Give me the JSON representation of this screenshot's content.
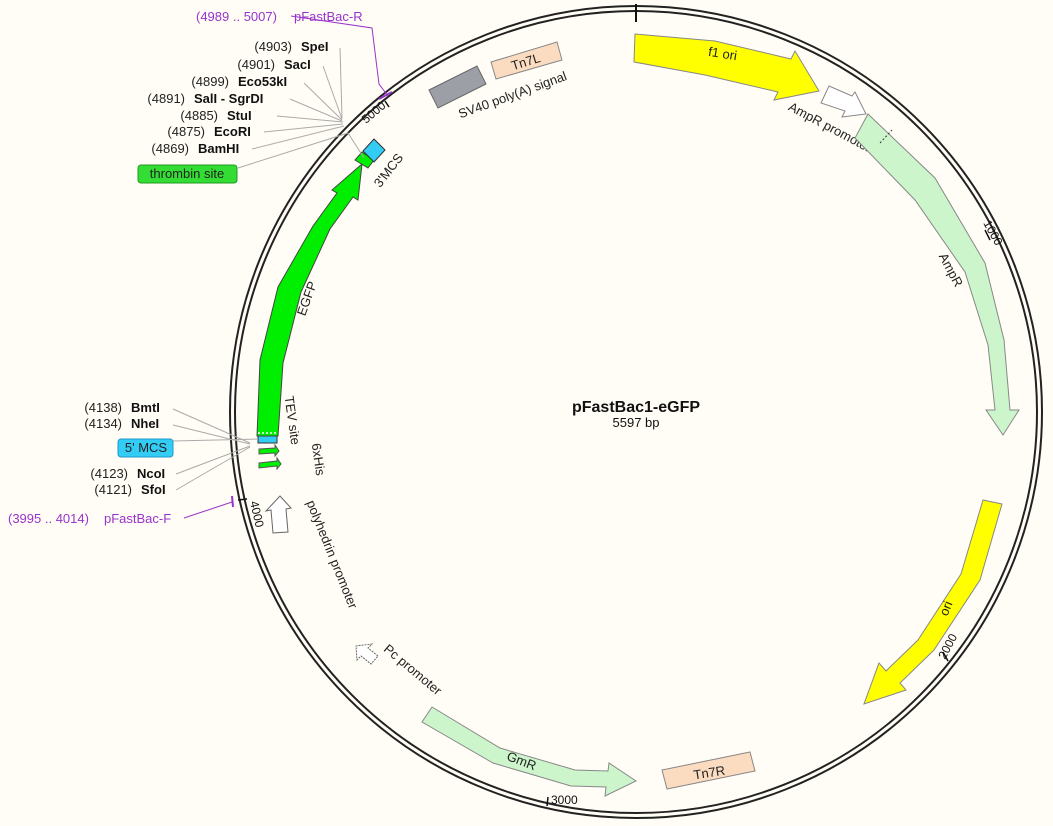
{
  "plasmid": {
    "name": "pFastBac1-eGFP",
    "length_label": "5597 bp"
  },
  "ticks": [
    "1000",
    "2000",
    "3000",
    "4000",
    "5000"
  ],
  "features": {
    "f1_ori": "f1 ori",
    "ampr_promoter": "AmpR promoter",
    "ampr": "AmpR",
    "ori": "ori",
    "tn7r": "Tn7R",
    "gmr": "GmR",
    "pc_promoter": "Pc promoter",
    "polyhedrin_promoter": "polyhedrin promoter",
    "his_tag": "6xHis",
    "tev_site": "TEV site",
    "egfp": "EGFP",
    "mcs3": "3'MCS",
    "sv40": "SV40 poly(A) signal",
    "tn7l": "Tn7L"
  },
  "sites_top": [
    {
      "pos": "(4903)",
      "name": "SpeI"
    },
    {
      "pos": "(4901)",
      "name": "SacI"
    },
    {
      "pos": "(4899)",
      "name": "Eco53kI"
    },
    {
      "pos": "(4891)",
      "name": "SalI - SgrDI"
    },
    {
      "pos": "(4885)",
      "name": "StuI"
    },
    {
      "pos": "(4875)",
      "name": "EcoRI"
    },
    {
      "pos": "(4869)",
      "name": "BamHI"
    }
  ],
  "sites_bottom": [
    {
      "pos": "(4138)",
      "name": "BmtI"
    },
    {
      "pos": "(4134)",
      "name": "NheI"
    },
    {
      "pos": "(4123)",
      "name": "NcoI"
    },
    {
      "pos": "(4121)",
      "name": "SfoI"
    }
  ],
  "boxed_labels": {
    "thrombin": "thrombin site",
    "mcs5": "5' MCS"
  },
  "primers": {
    "reverse": {
      "range": "(4989 .. 5007)",
      "name": "pFastBac-R"
    },
    "forward": {
      "range": "(3995 .. 4014)",
      "name": "pFastBac-F"
    }
  },
  "colors": {
    "background": "#fffdf5",
    "f1_ori": "#ffff00",
    "ori": "#ffff00",
    "ampr": "#ccf5cc",
    "gmr": "#ccf5cc",
    "egfp": "#00ee00",
    "tn7": "#fbdcc0",
    "sv40": "#9c9fa6",
    "mcs": "#33ccf5",
    "primer": "#9933cc"
  }
}
